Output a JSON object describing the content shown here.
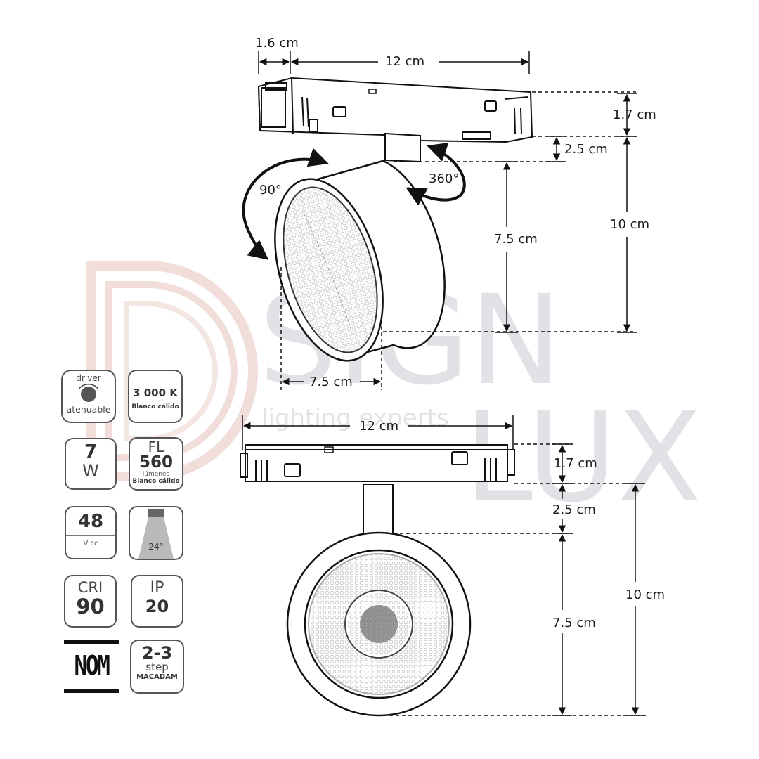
{
  "watermark": {
    "line1": "SIGN",
    "line2": "LUX",
    "tagline": "lighting experts",
    "logo_color": "#e9c8c3",
    "text_color": "#c9ccd3"
  },
  "top_view": {
    "dims": {
      "clip_width": "1.6 cm",
      "track_length": "12 cm",
      "track_height": "1.7 cm",
      "stem_height": "2.5 cm",
      "body_height": "7.5 cm",
      "total_height": "10 cm",
      "body_depth": "7.5 cm"
    },
    "rotation": {
      "tilt": "90°",
      "pan": "360°"
    }
  },
  "front_view": {
    "dims": {
      "track_length": "12 cm",
      "track_height": "1.7 cm",
      "stem_height": "2.5 cm",
      "body_height": "7.5 cm",
      "total_height": "10 cm"
    }
  },
  "badges": {
    "driver": {
      "top": "driver",
      "bottom": "atenuable"
    },
    "cct": {
      "value": "3 000 K",
      "sub": "Blanco cálido"
    },
    "power": {
      "value": "7",
      "unit": "W"
    },
    "flux": {
      "prefix": "FL",
      "value": "560",
      "unit": "lúmenes",
      "sub": "Blanco cálido"
    },
    "voltage": {
      "value": "48",
      "unit": "V cc"
    },
    "beam": {
      "angle": "24°"
    },
    "cri": {
      "label": "CRI",
      "value": "90"
    },
    "ip": {
      "label": "IP",
      "value": "20"
    },
    "nom": {
      "label": "NOM"
    },
    "macadam": {
      "value": "2-3",
      "mid": "step",
      "sub": "MACADAM"
    }
  }
}
